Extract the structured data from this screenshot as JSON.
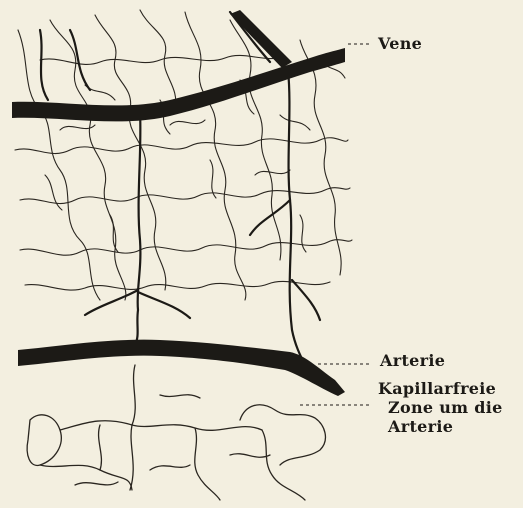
{
  "labels": {
    "vene": "Vene",
    "arterie": "Arterie",
    "kapillarfreie_line1": "Kapillarfreie",
    "kapillarfreie_line2": "Zone um die",
    "kapillarfreie_line3": "Arterie"
  },
  "colors": {
    "background": "#f3efe0",
    "vessel": "#1c1a16"
  }
}
